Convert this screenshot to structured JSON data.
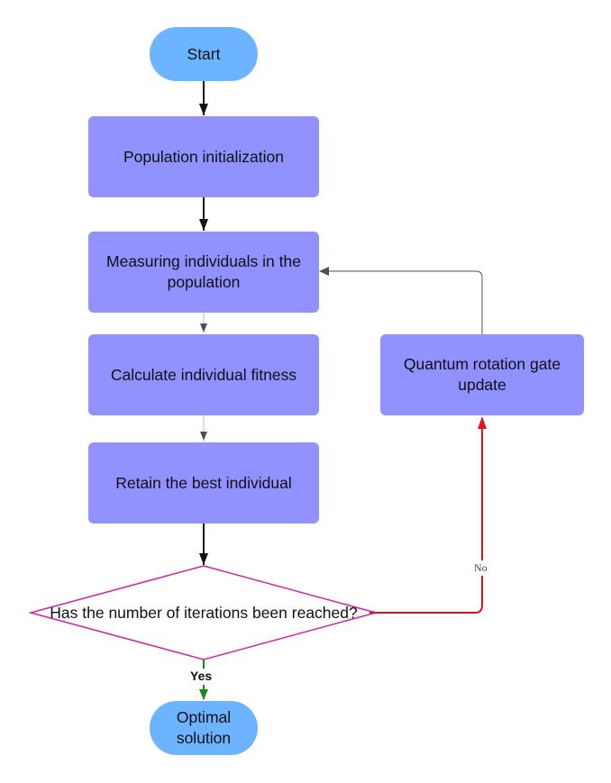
{
  "diagram": {
    "type": "flowchart",
    "nodes": {
      "start": "Start",
      "init": "Population initialization",
      "measure": "Measuring individuals in the population",
      "fitness": "Calculate individual fitness",
      "retain": "Retain the best individual",
      "decision": "Has the number of iterations been reached?",
      "rotate": "Quantum rotation gate update",
      "end": "Optimal solution"
    },
    "edge_labels": {
      "yes": "Yes",
      "no": "No"
    },
    "colors": {
      "process_fill": "#9191ff",
      "terminal_fill": "#6cb4ff",
      "decision_stroke": "#d023a8",
      "no_edge": "#e0151b",
      "yes_edge": "#1a8a1a",
      "default_edge": "#111111",
      "loop_edge": "#4a4f57"
    }
  }
}
